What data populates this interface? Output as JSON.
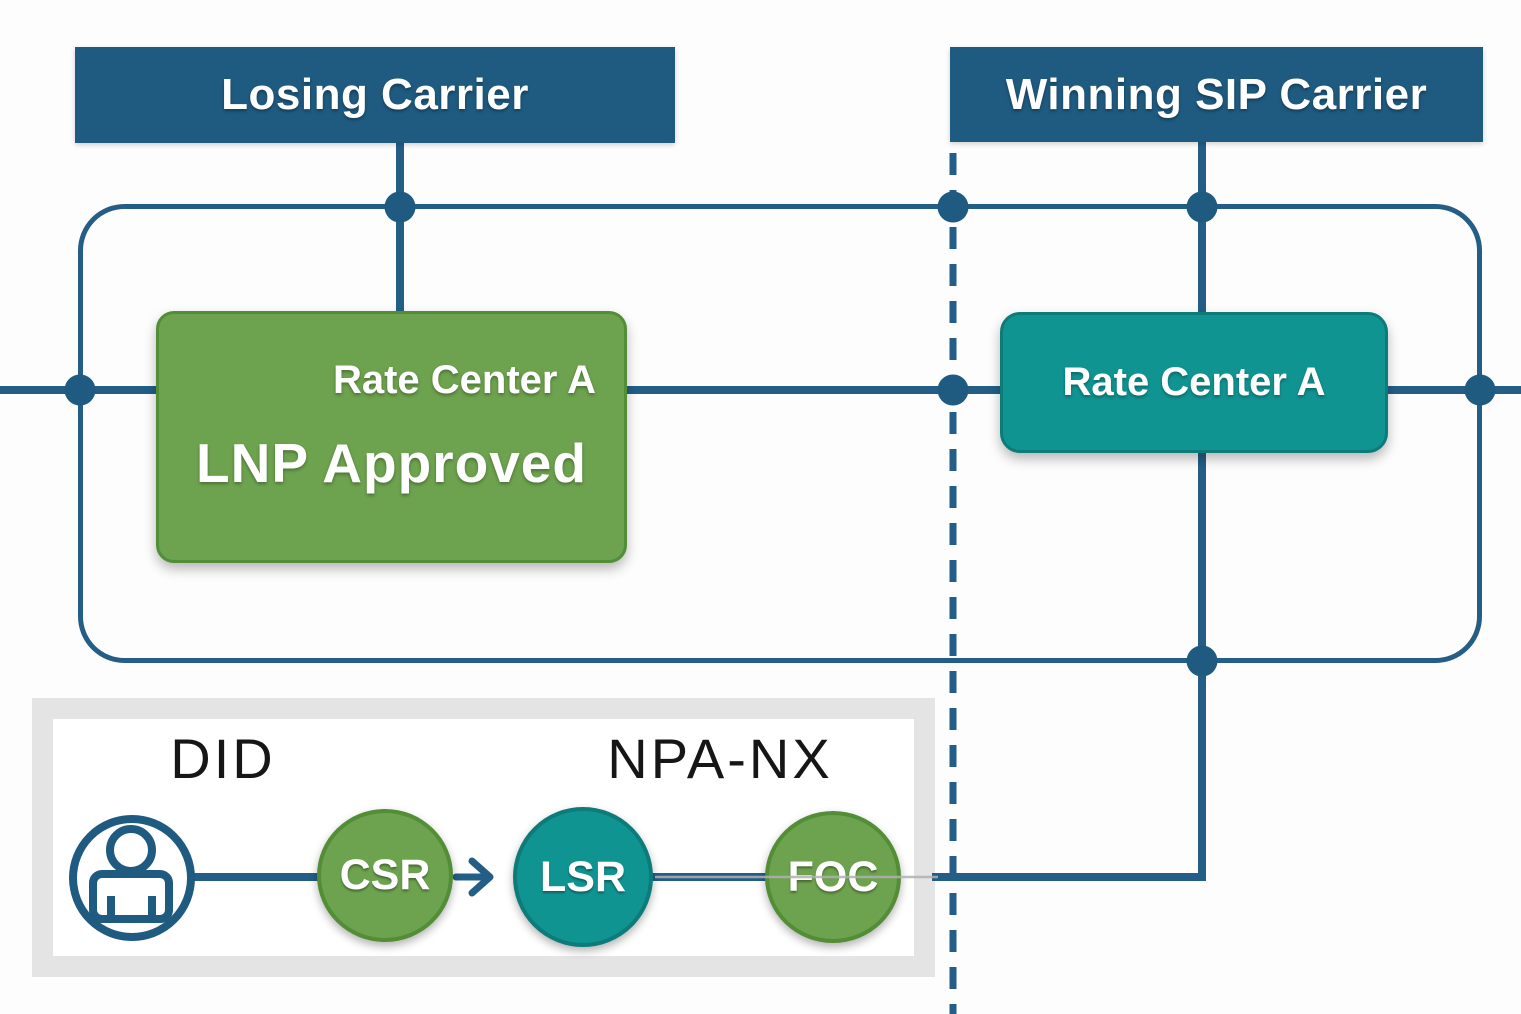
{
  "title_bars": {
    "losing": "Losing Carrier",
    "winning": "Winning SIP Carrier"
  },
  "rate_centers": {
    "losing": {
      "name": "Rate Center A",
      "status": "LNP Approved"
    },
    "winning": {
      "name": "Rate Center A"
    }
  },
  "port_request_panel": {
    "customer_label": "DID",
    "number_block_label": "NPA-NX",
    "steps": [
      {
        "label": "CSR",
        "style": "green"
      },
      {
        "label": "LSR",
        "style": "teal"
      },
      {
        "label": "FOC",
        "style": "green"
      }
    ]
  },
  "icons": {
    "customer": "person-at-desk-icon"
  },
  "colors": {
    "header_blue": "#1f5b80",
    "wire_blue": "#245e86",
    "green_fill": "#6da24e",
    "green_border": "#538d35",
    "teal_fill": "#109492",
    "teal_border": "#0c7b7a",
    "panel_gray": "#e4e4e4",
    "faint_gray": "#b0b0b0"
  }
}
